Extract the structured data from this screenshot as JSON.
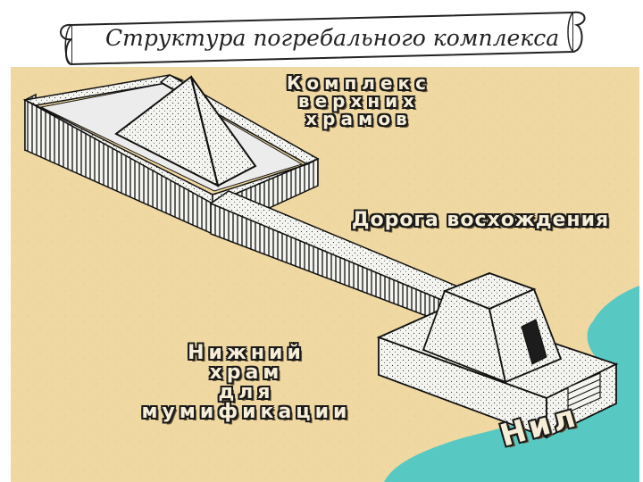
{
  "title": "Структура погребального комплекса",
  "labels": {
    "upper_temples": [
      "Комплекс",
      "верхних",
      "храмов"
    ],
    "causeway": "Дорога восхождения",
    "lower_temple": [
      "Нижний",
      "храм",
      "для",
      "мумификации"
    ],
    "river": "Нил"
  },
  "colors": {
    "sand": "#f0d8a2",
    "water": "#58c8c3",
    "stone": "#f4f4f0",
    "outline": "#111111",
    "label_fill": "#f7eed8",
    "scroll": "#ffffff"
  }
}
